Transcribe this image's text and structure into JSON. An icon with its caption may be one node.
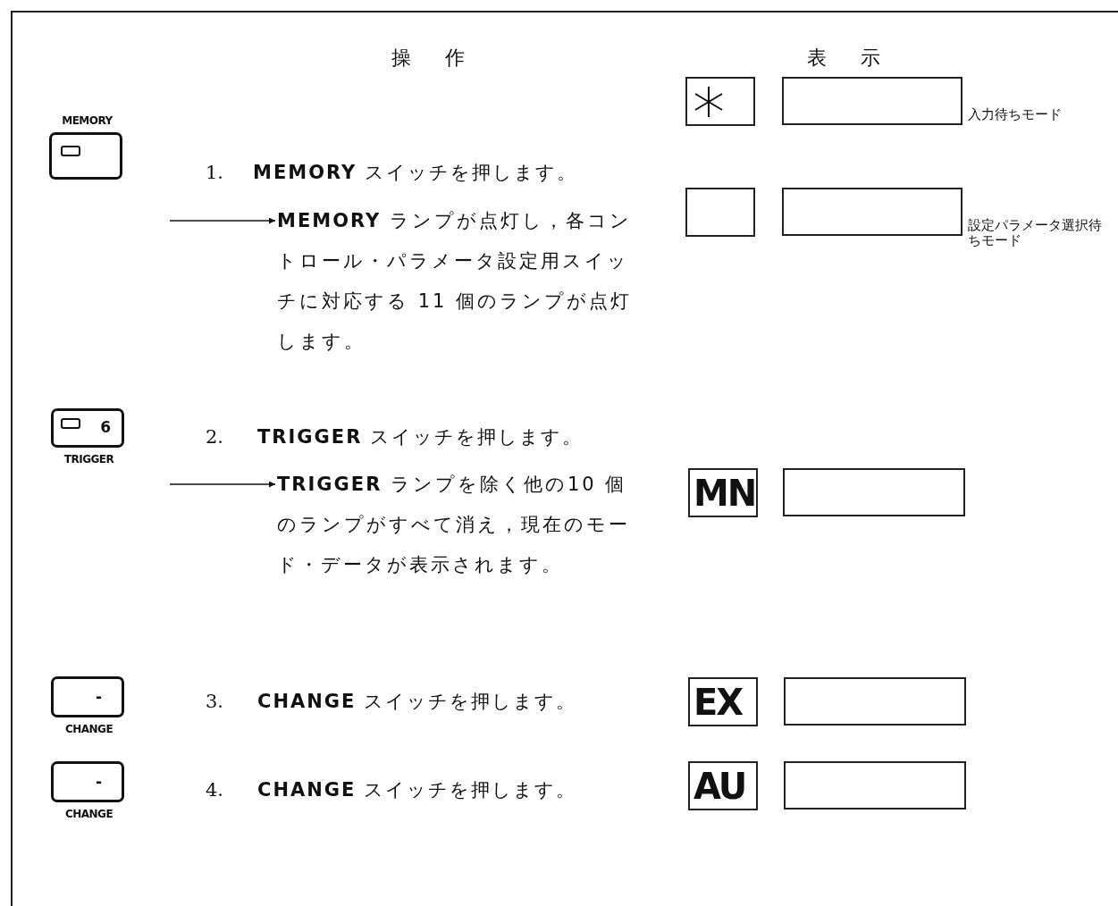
{
  "diagram": {
    "nodes": [
      {
        "text": [
          "MEMORY"
        ]
      },
      {
        "text": [
          "6",
          "TRIGGER"
        ]
      },
      {
        "text": [
          "-",
          "CHANGE"
        ]
      },
      {
        "text": [
          "-",
          "CHANGE"
        ]
      },
      {
        "text": [
          "**MEMORY** ランプが点灯し，各コントロール・パラメータ設定用スイッチに対応する 11 個のランプが点灯します。"
        ]
      },
      {
        "text": [
          "**TRIGGER** ランプを除く他の10 個のランプがすべて消え，現在のモード・データが表示されます。"
        ]
      },
      {
        "text": [],
        "shape": "box"
      },
      {
        "text": [],
        "shape": "box",
        "beside": [
          "入力待ちモード"
        ]
      },
      {
        "text": [],
        "shape": "box"
      },
      {
        "text": [],
        "shape": "box",
        "beside": [
          "設定パラメータ選択待ちモード"
        ]
      },
      {
        "text": [
          "MN"
        ]
      },
      {
        "text": [],
        "shape": "box"
      },
      {
        "text": [
          "EX"
        ]
      },
      {
        "text": [],
        "shape": "box"
      },
      {
        "text": [
          "AU"
        ]
      },
      {
        "text": [],
        "shape": "box"
      }
    ],
    "edges": [
      {
        "from": null,
        "to": 4,
        "arrow": "to"
      },
      {
        "from": null,
        "to": 5,
        "arrow": "to"
      }
    ],
    "labels": [
      "操作",
      "表示",
      "1.",
      "**MEMORY** スイッチを押します。",
      "2.",
      "**TRIGGER** スイッチを押します。",
      "3.",
      "**CHANGE** スイッチを押します。",
      "4.",
      "**CHANGE** スイッチを押します。"
    ]
  }
}
